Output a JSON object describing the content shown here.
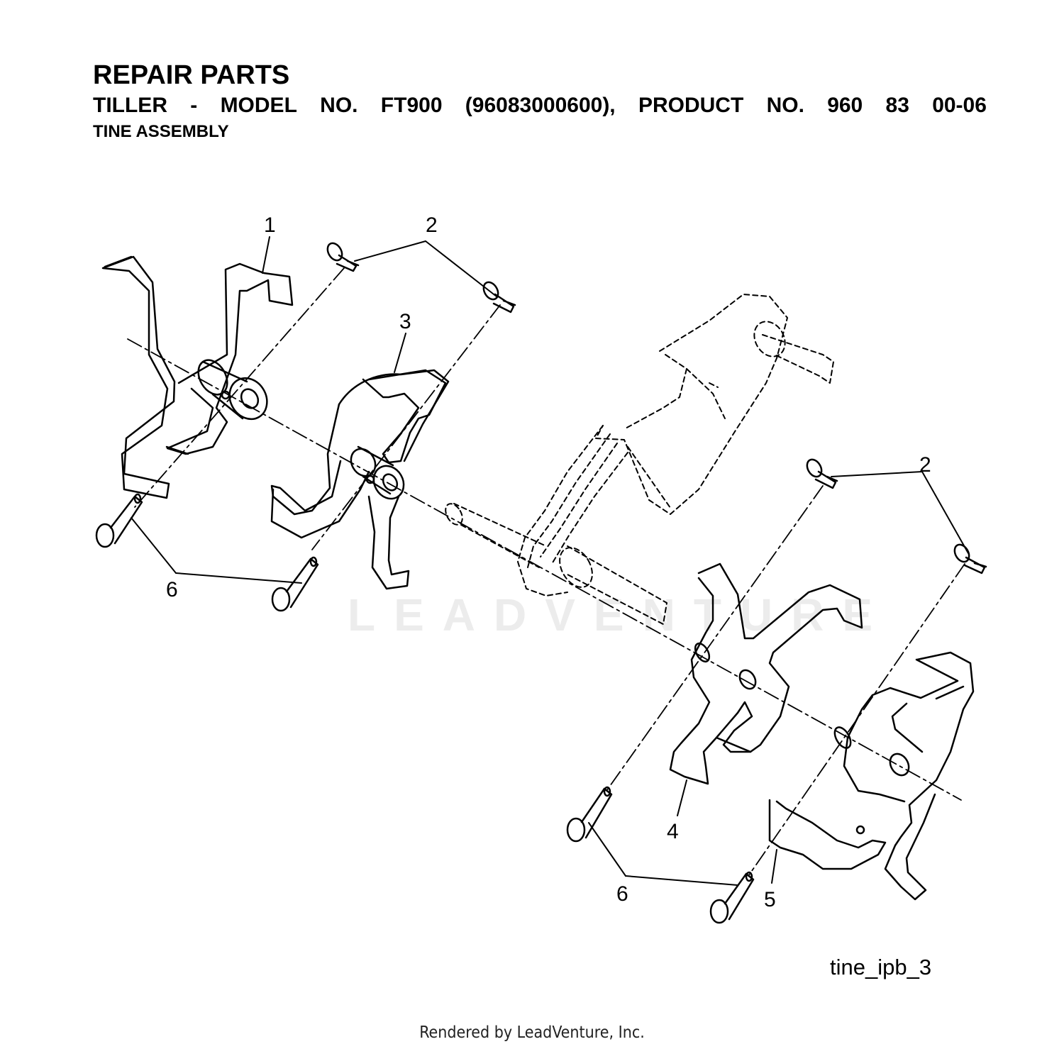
{
  "header": {
    "title": "REPAIR PARTS",
    "subtitle_words": [
      "TILLER",
      "-",
      "MODEL",
      "NO.",
      "FT900",
      "(96083000600),",
      "PRODUCT",
      "NO.",
      "960",
      "83",
      "00-06"
    ],
    "section": "TINE ASSEMBLY"
  },
  "callouts": [
    {
      "id": "c1",
      "label": "1"
    },
    {
      "id": "c2a",
      "label": "2"
    },
    {
      "id": "c2b",
      "label": "2"
    },
    {
      "id": "c3",
      "label": "3"
    },
    {
      "id": "c4",
      "label": "4"
    },
    {
      "id": "c5",
      "label": "5"
    },
    {
      "id": "c6a",
      "label": "6"
    },
    {
      "id": "c6b",
      "label": "6"
    }
  ],
  "figure_id": "tine_ipb_3",
  "watermark": "LEADVENTURE",
  "footer": "Rendered by LeadVenture, Inc."
}
